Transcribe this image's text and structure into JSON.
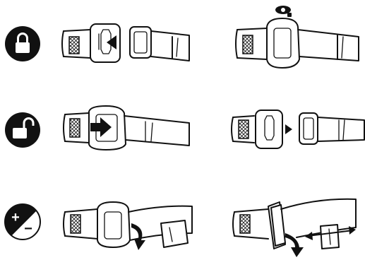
{
  "figure": {
    "rows": [
      {
        "icon": "lock-icon",
        "steps": [
          "buckle-closing",
          "buckle-locked-with-key"
        ]
      },
      {
        "icon": "unlock-icon",
        "steps": [
          "buckle-release",
          "buckle-separated"
        ]
      },
      {
        "icon": "adjust-plus-minus-icon",
        "steps": [
          "strap-pull-down",
          "strap-adjust-length"
        ]
      }
    ],
    "adjust_symbols": {
      "plus": "+",
      "minus": "−"
    }
  },
  "colors": {
    "ink": "#111111",
    "background": "#ffffff"
  }
}
